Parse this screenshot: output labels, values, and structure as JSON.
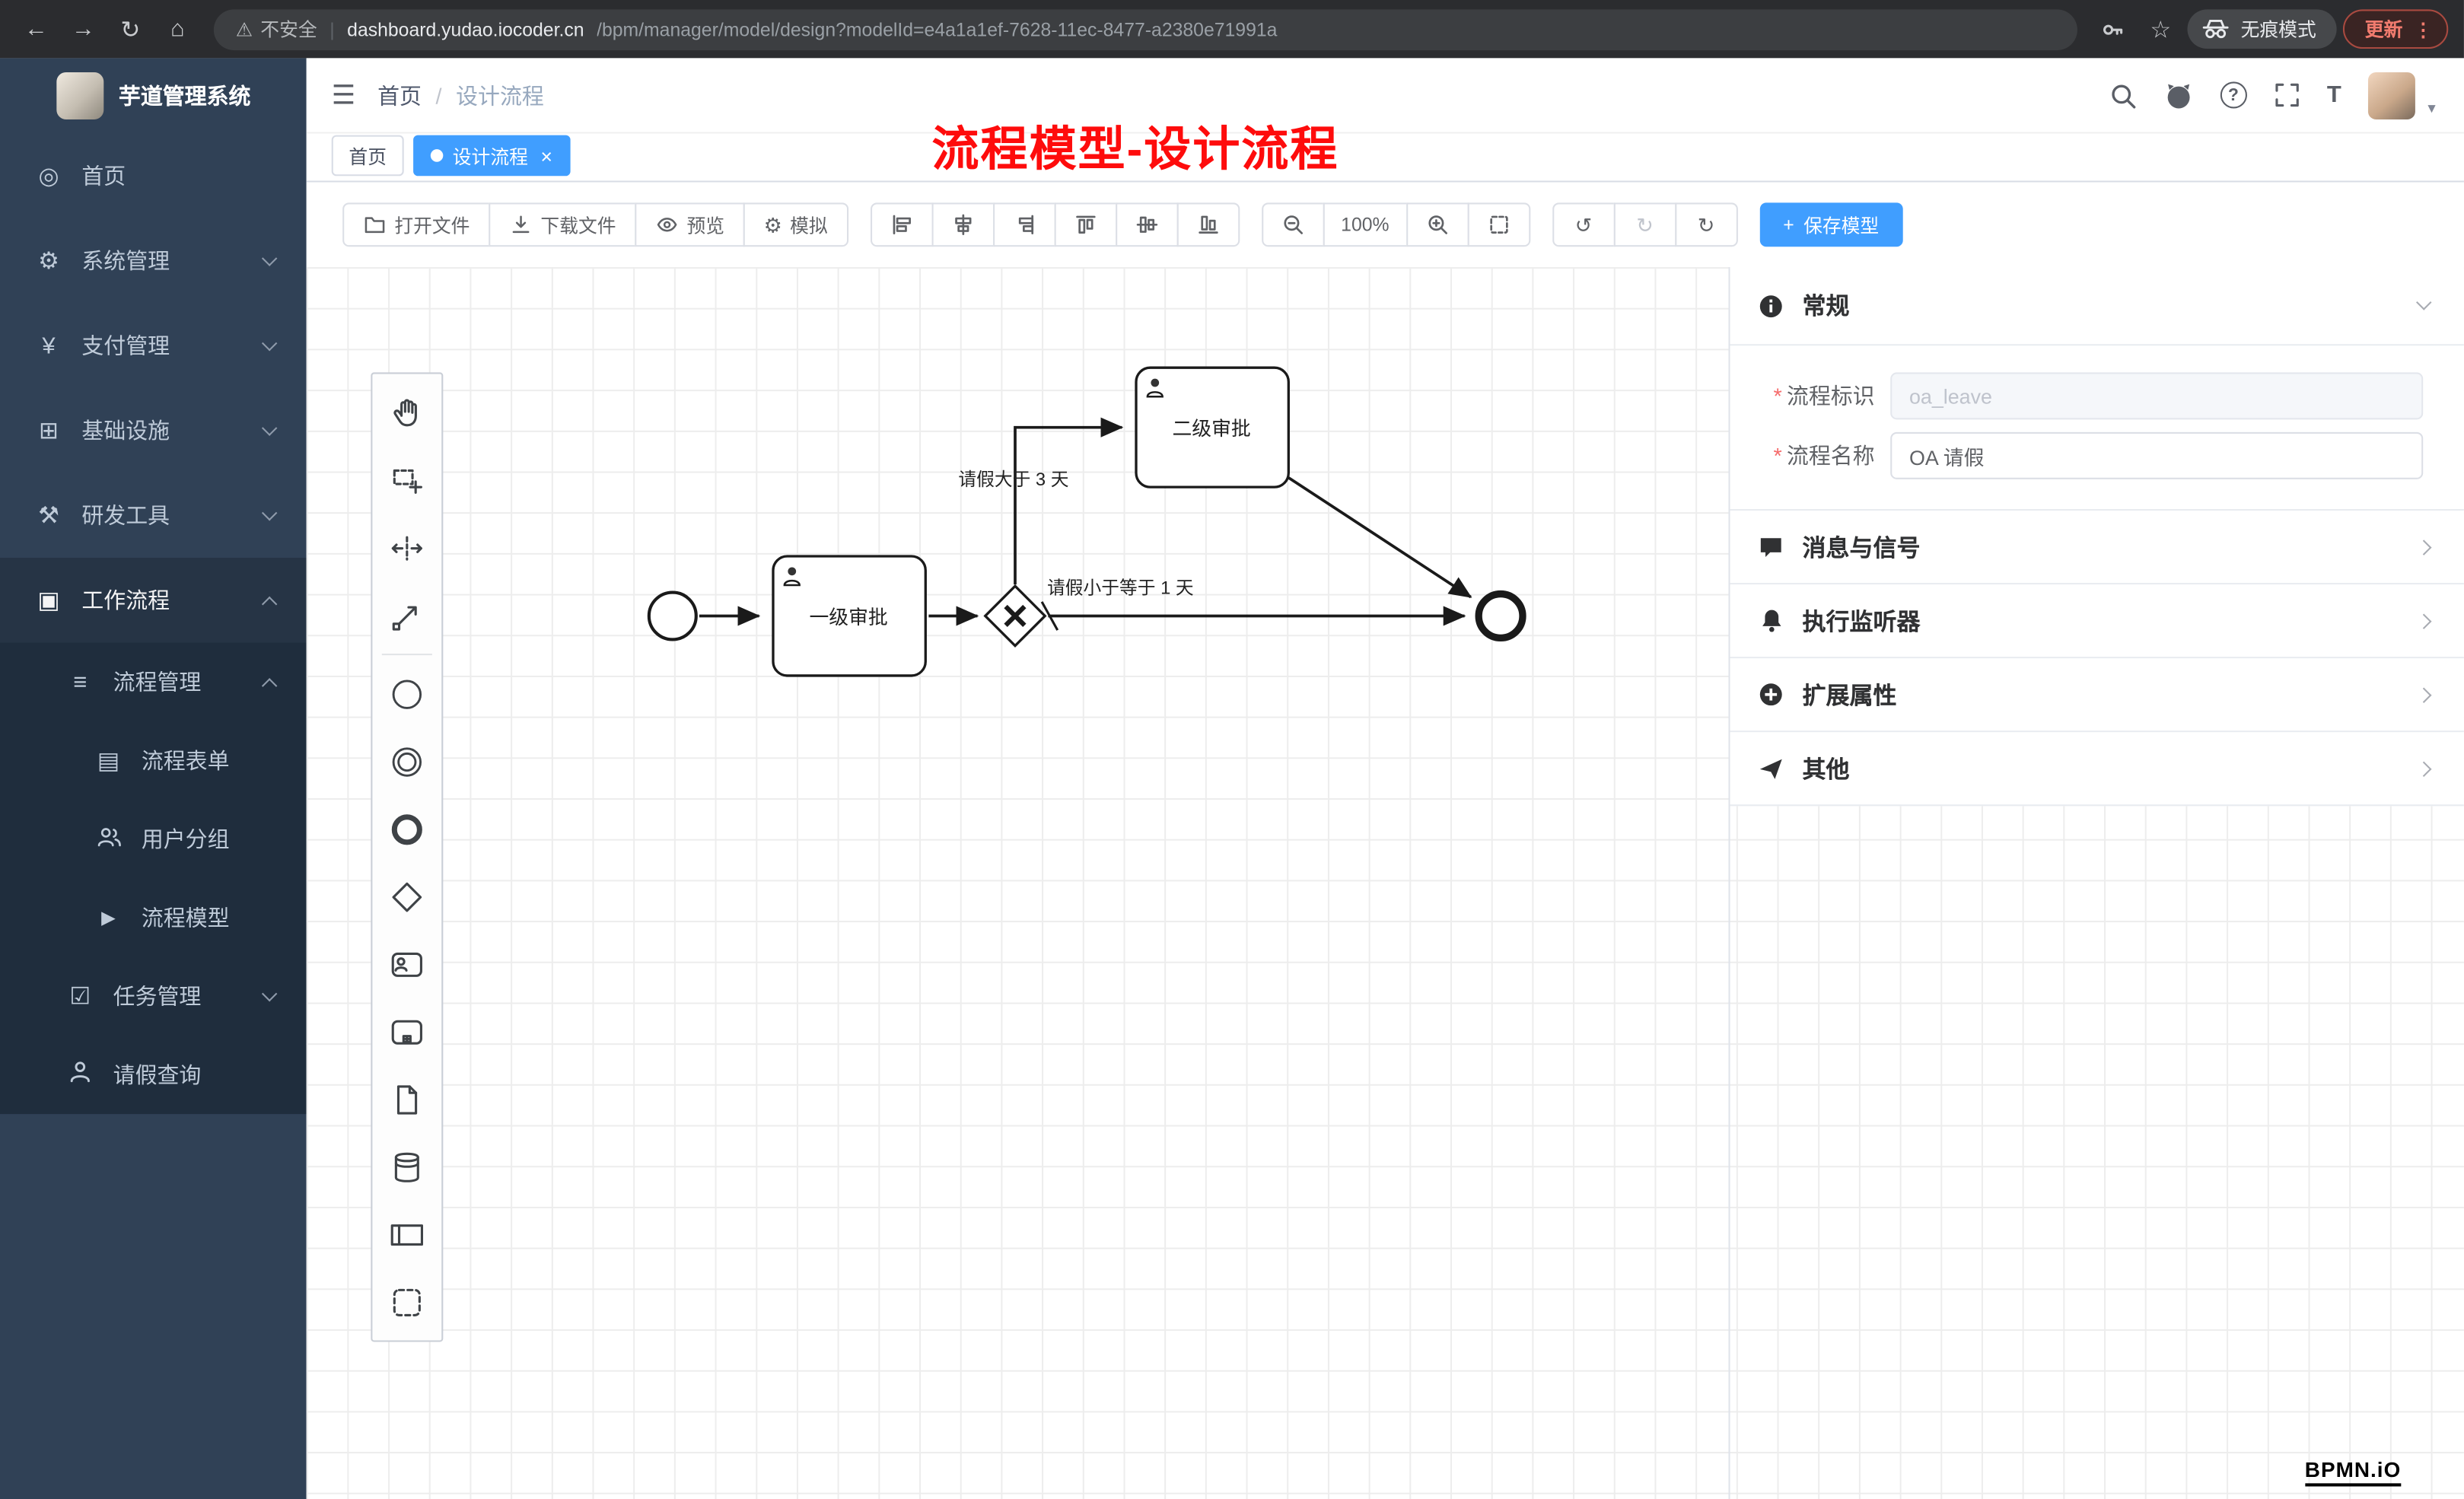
{
  "browser": {
    "security_label": "不安全",
    "url_host": "dashboard.yudao.iocoder.cn",
    "url_path": "/bpm/manager/model/design?modelId=e4a1a1ef-7628-11ec-8477-a2380e71991a",
    "incognito_label": "无痕模式",
    "update_label": "更新"
  },
  "sidebar": {
    "app_title": "芋道管理系统",
    "items": [
      {
        "label": "首页"
      },
      {
        "label": "系统管理"
      },
      {
        "label": "支付管理"
      },
      {
        "label": "基础设施"
      },
      {
        "label": "研发工具"
      },
      {
        "label": "工作流程"
      },
      {
        "label": "流程管理"
      },
      {
        "label": "流程表单"
      },
      {
        "label": "用户分组"
      },
      {
        "label": "流程模型"
      },
      {
        "label": "任务管理"
      },
      {
        "label": "请假查询"
      }
    ]
  },
  "header": {
    "breadcrumb_home": "首页",
    "breadcrumb_sep": "/",
    "breadcrumb_current": "设计流程",
    "annotation": "流程模型-设计流程"
  },
  "tabs": {
    "home": "首页",
    "active_label": "设计流程"
  },
  "toolbar": {
    "open_file": "打开文件",
    "download_file": "下载文件",
    "preview": "预览",
    "simulate": "模拟",
    "zoom_level": "100%",
    "save_model": "保存模型"
  },
  "diagram": {
    "task_level1": "一级审批",
    "task_level2": "二级审批",
    "condition_gt3": "请假大于 3 天",
    "condition_le1": "请假小于等于 1 天"
  },
  "panel": {
    "section_general": "常规",
    "field_key_label": "流程标识",
    "field_key_value": "oa_leave",
    "field_name_label": "流程名称",
    "field_name_value": "OA 请假",
    "section_message": "消息与信号",
    "section_listener": "执行监听器",
    "section_ext": "扩展属性",
    "section_other": "其他"
  },
  "watermark": "BPMN.iO",
  "icons": {
    "back": "←",
    "forward": "→",
    "reload": "↻",
    "home": "⌂",
    "warning": "⚠",
    "divider": "|",
    "star": "☆",
    "menu_dots": "⋮",
    "collapse": "☰",
    "question": "?",
    "caret_down": "▾",
    "text_size": "T",
    "undo": "↺",
    "redo": "↻",
    "reset": "↻",
    "gear": "⚙",
    "plus": "+",
    "close": "×",
    "menu_home": "◎",
    "menu_system": "⚙",
    "menu_payment": "¥",
    "menu_infra": "⊞",
    "menu_dev": "⚒",
    "menu_workflow": "▣",
    "menu_process": "≡",
    "menu_form": "▤",
    "menu_model": "►",
    "menu_task": "☑",
    "required": "*"
  },
  "colors": {
    "accent": "#409eff",
    "sidebar_bg": "#304156",
    "submenu_bg": "#1f2d3d",
    "annotation_red": "#fe0c0c",
    "browser_bar": "#2b2c2f"
  }
}
